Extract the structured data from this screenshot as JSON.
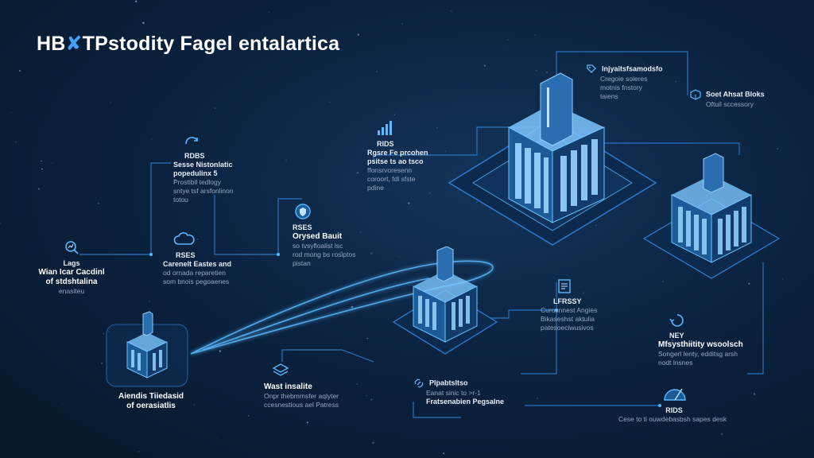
{
  "title": {
    "prefix": "HB",
    "accent": "✘",
    "rest": "TPstodity Fagel entalartica"
  },
  "nodes": {
    "left": {
      "label": "Lags",
      "heading": "Wian Icar Cacdinl",
      "line1": "of stdshtalina",
      "line2": "enasiteu",
      "icon": "search-chart-icon"
    },
    "upper_left": {
      "label": "RDBS",
      "line1": "Sesse Nistonlatic",
      "line2": "popedulinx 5",
      "line3": "Prostibil tedlogy",
      "line4": "sntye tsf arsfonlinon",
      "line5": "totou",
      "icon": "arrow-curve-icon"
    },
    "cloud": {
      "label": "RSES",
      "line1": "Carenelt Eastes and",
      "line2": "od ornada reparetien",
      "line3": "som bnois pegoaenes",
      "icon": "cloud-icon"
    },
    "mid": {
      "label": "RSES",
      "heading": "Orysed Bauit",
      "line1": "so tvsyfloalist lsc",
      "line2": "rod mong bs rosiptos",
      "line3": "pistan",
      "icon": "shield-icon"
    },
    "chart": {
      "label": "RIDS",
      "line1": "Rgsre Fe prcohen",
      "line2": "psitse ts ao tsco",
      "line3": "ffonsrvoresenn",
      "line4": "coroort, fdl sfste",
      "line5": "pdine",
      "icon": "bar-chart-icon"
    },
    "top_right": {
      "label": "Injyaitsfsamodsfo",
      "line1": "Cregoie soleres",
      "line2": "motnis fnstory",
      "line3": "taiens",
      "icon": "tag-icon"
    },
    "far_right": {
      "label": "Soet Ahsat Bloks",
      "line1": "Oftuil sccessory",
      "icon": "cube-icon"
    },
    "doc": {
      "label": "LFRSSY",
      "line1": "Curosnnest Angies",
      "line2": "Bikaseshst aktulia",
      "line3": "patesoeciwusivos",
      "icon": "document-icon"
    },
    "lower_right": {
      "label": "NEY",
      "heading": "Mfsysthiitity wsoolsch",
      "line1": "Songerl lenty, edditsg arsh",
      "line2": "nodt lnsnes",
      "icon": "recycle-icon"
    },
    "bottom_right": {
      "label": "RIDS",
      "line1": "Cese to ti ouwdebasbsh sapes desk",
      "icon": "dome-icon"
    },
    "bottom_left_bld": {
      "line1": "Aiendis Tiiedasid",
      "line2": "of oerasiatlis"
    },
    "bottom_mid": {
      "label": "Wast insalite",
      "line1": "Onpr thebmmsfer aqlyter",
      "line2": "ccesnestious ael Patress",
      "icon": "layers-icon"
    },
    "bottom_center": {
      "label": "Plpabtsltso",
      "line1": "Eanat sinic to >r-1",
      "line2": "Fratsenabien Pegsalne",
      "icon": "link-icon"
    }
  },
  "colors": {
    "accent": "#3fa2ff",
    "glow": "#59b8ff",
    "line": "#2f7fd6",
    "text": "#c9d7ea"
  }
}
